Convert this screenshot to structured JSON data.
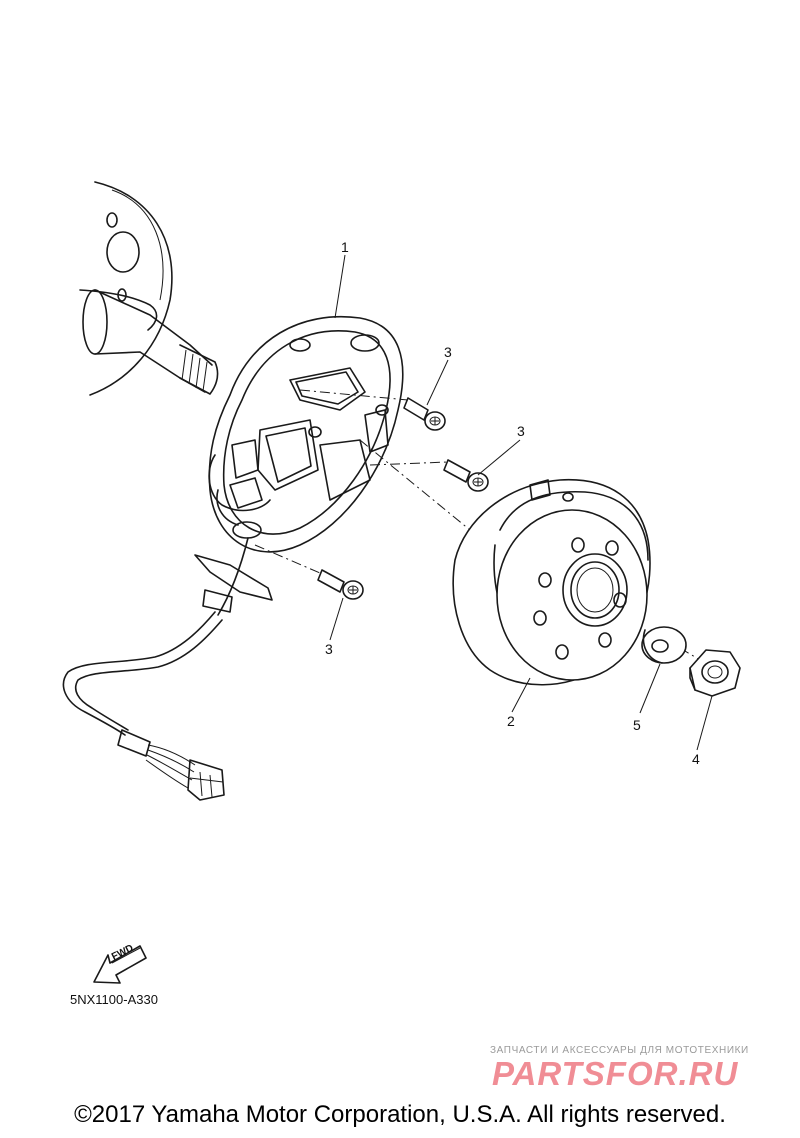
{
  "callouts": {
    "part_1": "1",
    "part_2": "2",
    "part_3_top": "3",
    "part_3_middle": "3",
    "part_3_bottom": "3",
    "part_4": "4",
    "part_5": "5"
  },
  "fwd_label": "FWD",
  "diagram_code": "5NX1100-A330",
  "watermark": {
    "tagline": "ЗАПЧАСТИ И АКСЕССУАРЫ ДЛЯ МОТОТЕХНИКИ",
    "logo": "PARTSFOR.RU"
  },
  "copyright": "©2017 Yamaha Motor Corporation, U.S.A. All rights reserved."
}
